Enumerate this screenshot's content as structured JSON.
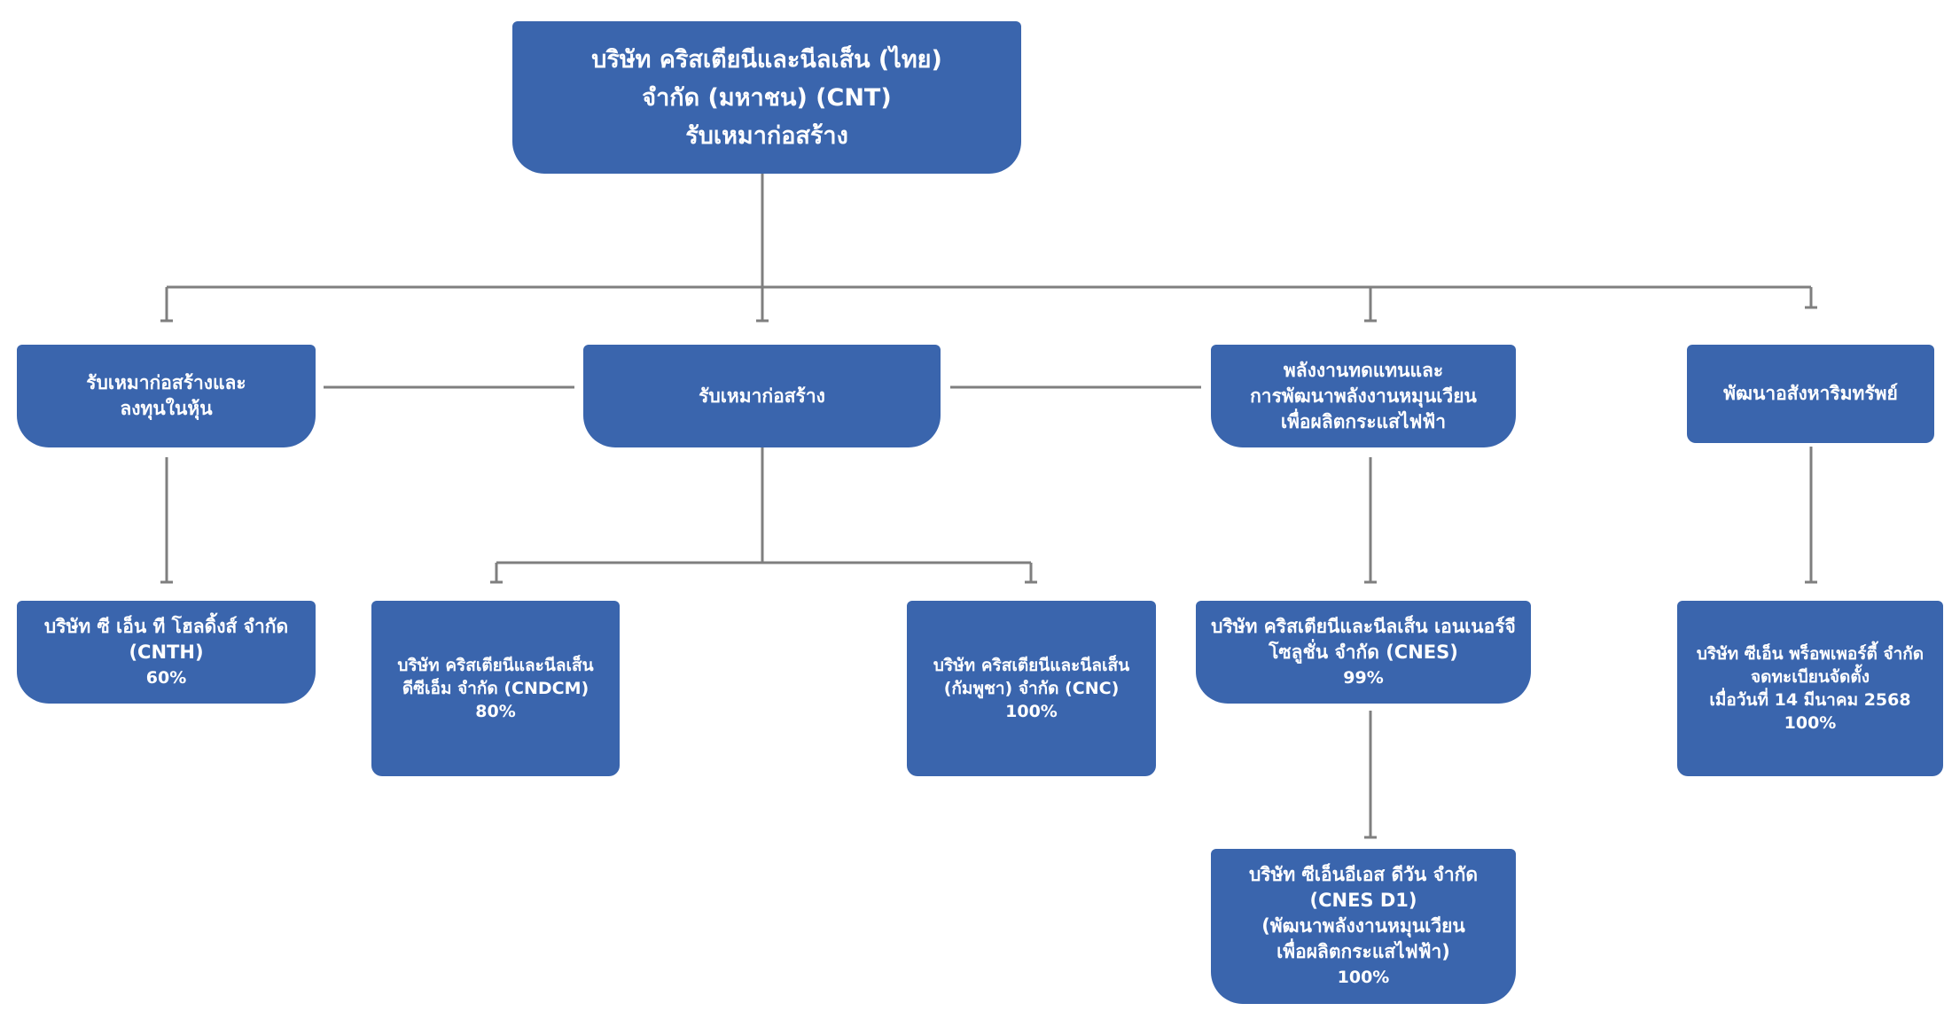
{
  "root": {
    "lines": [
      "บริษัท คริสเตียนีและนีลเส็น (ไทย)",
      "จำกัด (มหาชน) (CNT)",
      "รับเหมาก่อสร้าง"
    ]
  },
  "categories": [
    {
      "lines": [
        "รับเหมาก่อสร้างและ",
        "ลงทุนในหุ้น"
      ]
    },
    {
      "lines": [
        "รับเหมาก่อสร้าง"
      ]
    },
    {
      "lines": [
        "พลังงานทดแทนและ",
        "การพัฒนาพลังงานหมุนเวียน",
        "เพื่อผลิตกระแสไฟฟ้า"
      ]
    },
    {
      "lines": [
        "พัฒนาอสังหาริมทรัพย์"
      ]
    }
  ],
  "companies": [
    {
      "lines": [
        "บริษัท ซี เอ็น ที โฮลดิ้งส์ จำกัด",
        "(CNTH)"
      ],
      "percent": "60%"
    },
    {
      "lines": [
        "บริษัท คริสเตียนีและนีลเส็น",
        "ดีซีเอ็ม จำกัด (CNDCM)"
      ],
      "percent": "80%"
    },
    {
      "lines": [
        "บริษัท คริสเตียนีและนีลเส็น",
        "(กัมพูชา) จำกัด (CNC)"
      ],
      "percent": "100%"
    },
    {
      "lines": [
        "บริษัท คริสเตียนีและนีลเส็น เอนเนอร์จี",
        "โซลูชั่น จำกัด (CNES)"
      ],
      "percent": "99%"
    },
    {
      "lines": [
        "บริษัท ซีเอ็น พร็อพเพอร์ตี้ จำกัด",
        "จดทะเบียนจัดตั้ง",
        "เมื่อวันที่ 14 มีนาคม 2568"
      ],
      "percent": "100%"
    },
    {
      "lines": [
        "บริษัท ซีเอ็นอีเอส ดีวัน จำกัด",
        "(CNES D1)",
        "(พัฒนาพลังงานหมุนเวียน",
        "เพื่อผลิตกระแสไฟฟ้า)"
      ],
      "percent": "100%"
    }
  ],
  "colors": {
    "box": "#3a65ad",
    "text": "#ffffff",
    "connector": "#7f7f7f"
  }
}
